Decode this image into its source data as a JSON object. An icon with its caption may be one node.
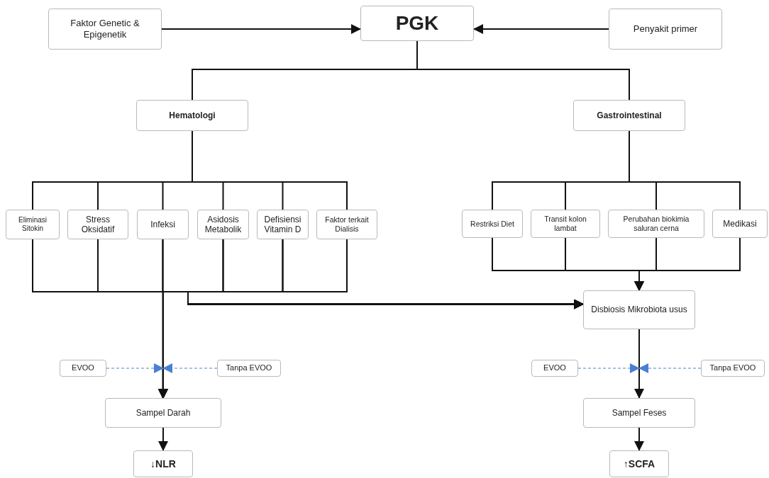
{
  "diagram": {
    "nodes": [
      {
        "text": [
          "Faktor Genetic & Epigenetik"
        ]
      },
      {
        "text": [
          "PGK"
        ]
      },
      {
        "text": [
          "Penyakit primer"
        ]
      },
      {
        "text": [
          "Hematologi"
        ]
      },
      {
        "text": [
          "Gastrointestinal"
        ]
      },
      {
        "text": [
          "Eliminasi Sitokin"
        ]
      },
      {
        "text": [
          "Stress Oksidatif"
        ]
      },
      {
        "text": [
          "Infeksi"
        ]
      },
      {
        "text": [
          "Asidosis Metabolik"
        ]
      },
      {
        "text": [
          "Defisiensi Vitamin D"
        ]
      },
      {
        "text": [
          "Faktor terkait Dialisis"
        ]
      },
      {
        "text": [
          "Restriksi Diet"
        ]
      },
      {
        "text": [
          "Transit kolon lambat"
        ]
      },
      {
        "text": [
          "Perubahan biokimia saluran cerna"
        ]
      },
      {
        "text": [
          "Medikasi"
        ]
      },
      {
        "text": [
          "Disbiosis Mikrobiota usus"
        ]
      },
      {
        "text": [
          "EVOO"
        ]
      },
      {
        "text": [
          "Tanpa EVOO"
        ]
      },
      {
        "text": [
          "EVOO"
        ]
      },
      {
        "text": [
          "Tanpa EVOO"
        ]
      },
      {
        "text": [
          "Sampel Darah"
        ]
      },
      {
        "text": [
          "Sampel Feses"
        ]
      },
      {
        "text": [
          "↓NLR"
        ]
      },
      {
        "text": [
          "↑SCFA"
        ]
      }
    ],
    "edges": [
      {
        "from": 0,
        "to": 1,
        "arrow": "to"
      },
      {
        "from": 2,
        "to": 1,
        "arrow": "to"
      },
      {
        "from": 1,
        "to": 3,
        "arrow": "none"
      },
      {
        "from": 1,
        "to": 4,
        "arrow": "none"
      },
      {
        "from": 3,
        "to": 5,
        "arrow": "none"
      },
      {
        "from": 3,
        "to": 6,
        "arrow": "none"
      },
      {
        "from": 3,
        "to": 7,
        "arrow": "none"
      },
      {
        "from": 3,
        "to": 8,
        "arrow": "none"
      },
      {
        "from": 3,
        "to": 9,
        "arrow": "none"
      },
      {
        "from": 3,
        "to": 10,
        "arrow": "none"
      },
      {
        "from": 4,
        "to": 11,
        "arrow": "none"
      },
      {
        "from": 4,
        "to": 12,
        "arrow": "none"
      },
      {
        "from": 4,
        "to": 13,
        "arrow": "none"
      },
      {
        "from": 4,
        "to": 14,
        "arrow": "none"
      },
      {
        "from": 5,
        "to": 20,
        "arrow": "to"
      },
      {
        "from": 6,
        "to": 20,
        "arrow": "to"
      },
      {
        "from": 7,
        "to": 20,
        "arrow": "to"
      },
      {
        "from": 8,
        "to": 20,
        "arrow": "to"
      },
      {
        "from": 9,
        "to": 20,
        "arrow": "to"
      },
      {
        "from": 10,
        "to": 20,
        "arrow": "to"
      },
      {
        "from": 5,
        "to": 15,
        "arrow": "to"
      },
      {
        "from": 6,
        "to": 15,
        "arrow": "to"
      },
      {
        "from": 7,
        "to": 15,
        "arrow": "to"
      },
      {
        "from": 8,
        "to": 15,
        "arrow": "to"
      },
      {
        "from": 9,
        "to": 15,
        "arrow": "to"
      },
      {
        "from": 10,
        "to": 15,
        "arrow": "to"
      },
      {
        "from": 11,
        "to": 15,
        "arrow": "to"
      },
      {
        "from": 12,
        "to": 15,
        "arrow": "to"
      },
      {
        "from": 13,
        "to": 15,
        "arrow": "to"
      },
      {
        "from": 14,
        "to": 15,
        "arrow": "to"
      },
      {
        "from": 15,
        "to": 21,
        "arrow": "to"
      },
      {
        "from": 16,
        "to": null,
        "arrow": "to",
        "style": "dashed",
        "color": "#4a7fd4"
      },
      {
        "from": 17,
        "to": null,
        "arrow": "to",
        "style": "dashed",
        "color": "#4a7fd4"
      },
      {
        "from": 18,
        "to": null,
        "arrow": "to",
        "style": "dashed",
        "color": "#4a7fd4"
      },
      {
        "from": 19,
        "to": null,
        "arrow": "to",
        "style": "dashed",
        "color": "#4a7fd4"
      },
      {
        "from": 20,
        "to": 22,
        "arrow": "to"
      },
      {
        "from": 21,
        "to": 23,
        "arrow": "to"
      }
    ]
  }
}
